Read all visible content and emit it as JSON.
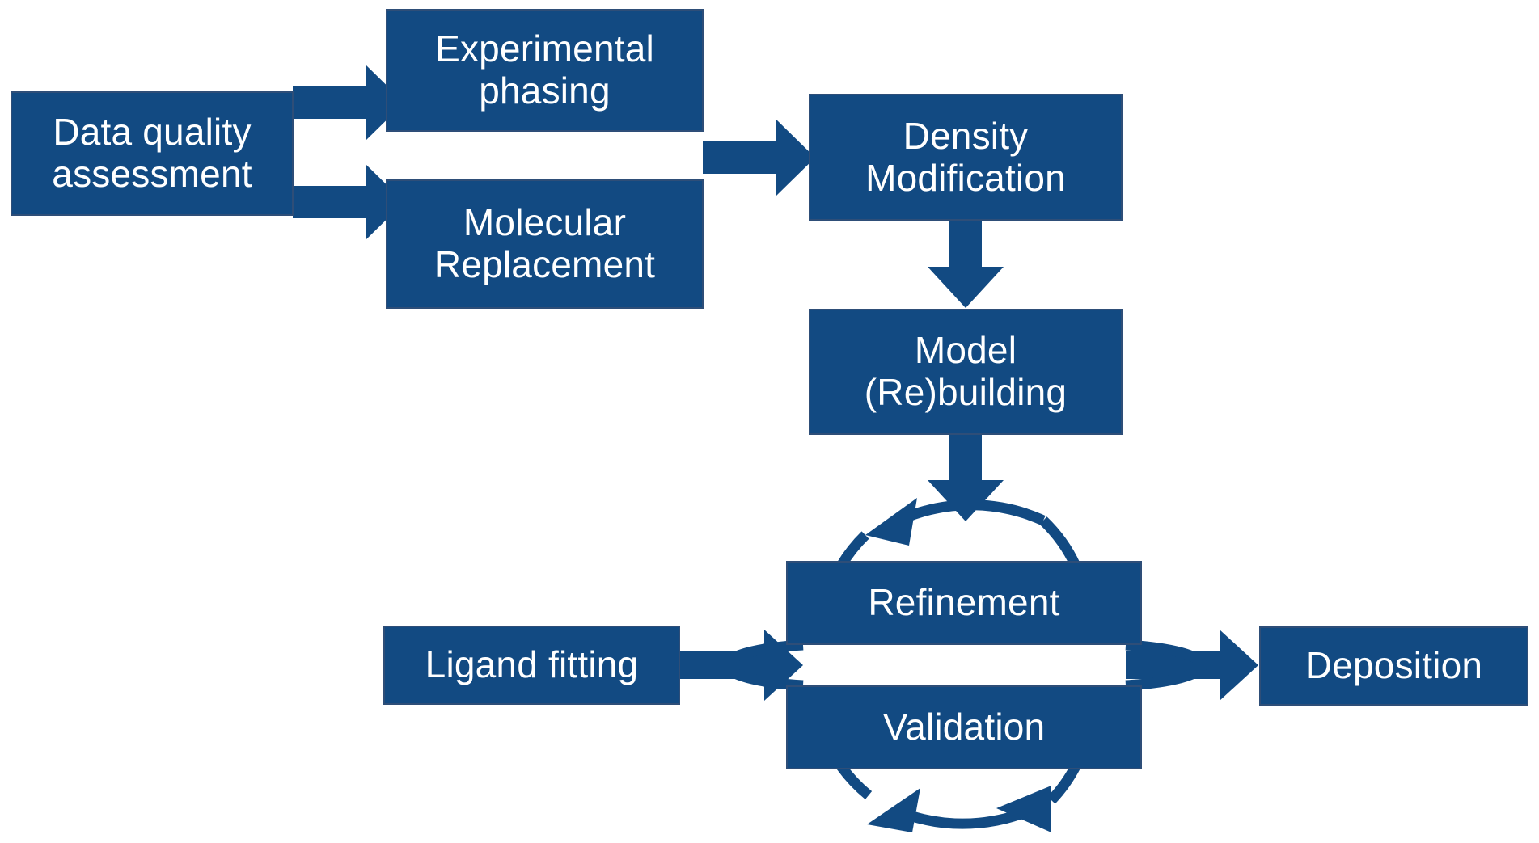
{
  "diagram": {
    "title": "Macromolecular crystallography structure-solution workflow",
    "colors": {
      "node_fill": "#124A82",
      "node_border": "#2E4E78",
      "node_text": "#FFFFFF",
      "arrow": "#124A82",
      "background": "#FFFFFF"
    },
    "nodes": [
      {
        "id": "data-quality-assessment",
        "label": "Data quality\nassessment",
        "font_size": 46
      },
      {
        "id": "experimental-phasing",
        "label": "Experimental\nphasing",
        "font_size": 46
      },
      {
        "id": "molecular-replacement",
        "label": "Molecular\nReplacement",
        "font_size": 46
      },
      {
        "id": "density-modification",
        "label": "Density\nModification",
        "font_size": 46
      },
      {
        "id": "model-rebuilding",
        "label": "Model\n(Re)building",
        "font_size": 46
      },
      {
        "id": "refinement",
        "label": "Refinement",
        "font_size": 46
      },
      {
        "id": "validation",
        "label": "Validation",
        "font_size": 46
      },
      {
        "id": "ligand-fitting",
        "label": "Ligand fitting",
        "font_size": 46
      },
      {
        "id": "deposition",
        "label": "Deposition",
        "font_size": 46
      }
    ],
    "edges": [
      {
        "id": "edge-dqa-to-experimental-phasing",
        "from": "data-quality-assessment",
        "to": "experimental-phasing",
        "style": "straight-arrow"
      },
      {
        "id": "edge-dqa-to-molecular-replacement",
        "from": "data-quality-assessment",
        "to": "molecular-replacement",
        "style": "straight-arrow"
      },
      {
        "id": "edge-phasing-to-density-modification",
        "from": "experimental-phasing",
        "to": "density-modification",
        "style": "straight-arrow"
      },
      {
        "id": "edge-density-modification-to-model-rebuilding",
        "from": "density-modification",
        "to": "model-rebuilding",
        "style": "straight-arrow"
      },
      {
        "id": "edge-model-rebuilding-to-cycle",
        "from": "model-rebuilding",
        "to": "refinement",
        "style": "straight-arrow"
      },
      {
        "id": "edge-refinement-validation-cycle",
        "from": "refinement",
        "to": "validation",
        "style": "circular-cycle"
      },
      {
        "id": "edge-ligand-fitting-to-cycle",
        "from": "ligand-fitting",
        "to": "refinement",
        "style": "straight-arrow"
      },
      {
        "id": "edge-cycle-to-deposition",
        "from": "validation",
        "to": "deposition",
        "style": "straight-arrow"
      }
    ]
  }
}
